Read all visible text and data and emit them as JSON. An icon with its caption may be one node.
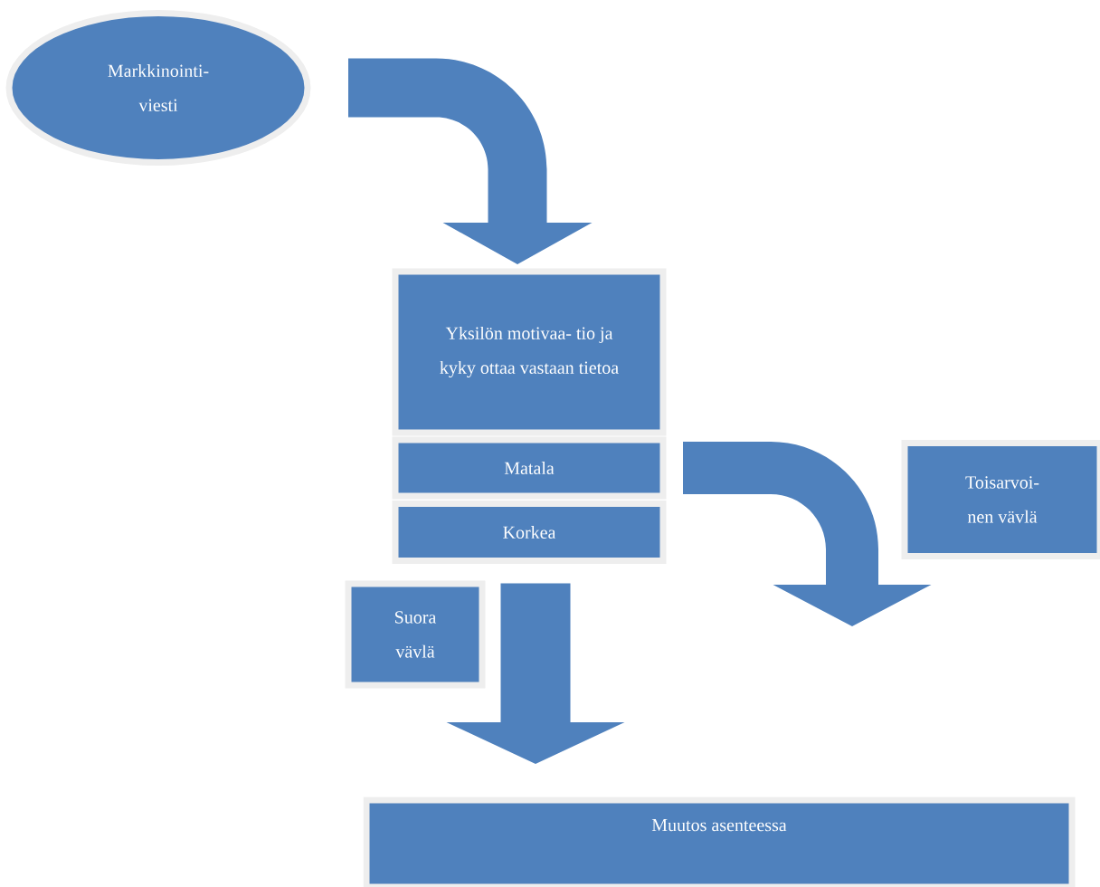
{
  "diagram": {
    "nodes": [
      {
        "text": [
          "Markkinointi- viesti"
        ]
      },
      {
        "text": [
          "Yksilön motivaa- tio ja kyky ottaa vastaan tietoa"
        ]
      },
      {
        "text": [
          "Matala"
        ]
      },
      {
        "text": [
          "Korkea"
        ]
      },
      {
        "text": [
          "Toisarvoi- nen vävlä"
        ]
      },
      {
        "text": [
          "Suora vävlä"
        ]
      },
      {
        "text": [
          "Muutos asenteessa"
        ]
      }
    ],
    "edges": [
      {
        "from": 0,
        "to": 1,
        "arrow": "to"
      },
      {
        "from": 2,
        "to": null,
        "arrow": "to"
      },
      {
        "from": 3,
        "to": 6,
        "arrow": "to"
      }
    ]
  }
}
